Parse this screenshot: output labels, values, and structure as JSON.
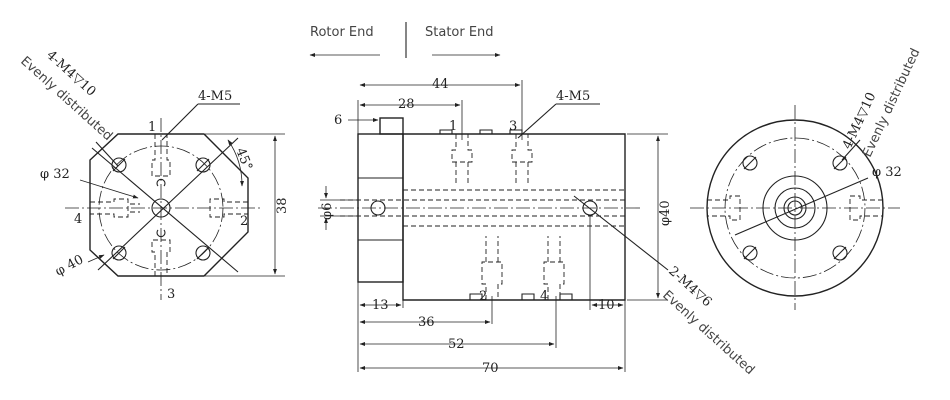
{
  "header": {
    "rotor_end": "Rotor End",
    "stator_end": "Stator End"
  },
  "left_view": {
    "mount_holes": "4-M4▽10",
    "mount_holes_note": "Evenly distributed",
    "ports": "4-M5",
    "pcd": "φ 32",
    "outer_dia": "φ 40",
    "angle": "45°",
    "height": "38",
    "port_labels": [
      "1",
      "2",
      "3",
      "4"
    ]
  },
  "side_view": {
    "dims": {
      "overall": "70",
      "d52": "52",
      "d44": "44",
      "d36": "36",
      "d28": "28",
      "d13": "13",
      "d10": "10",
      "d6": "6"
    },
    "ports": "4-M5",
    "shaft_dia": "φ6",
    "body_dia": "φ40",
    "holes": "2-M4▽6",
    "holes_note": "Evenly distributed",
    "port_labels": [
      "1",
      "3",
      "2",
      "4"
    ]
  },
  "right_view": {
    "holes": "4-M4▽10",
    "holes_note": "Evenly distributed",
    "pcd": "φ 32"
  }
}
